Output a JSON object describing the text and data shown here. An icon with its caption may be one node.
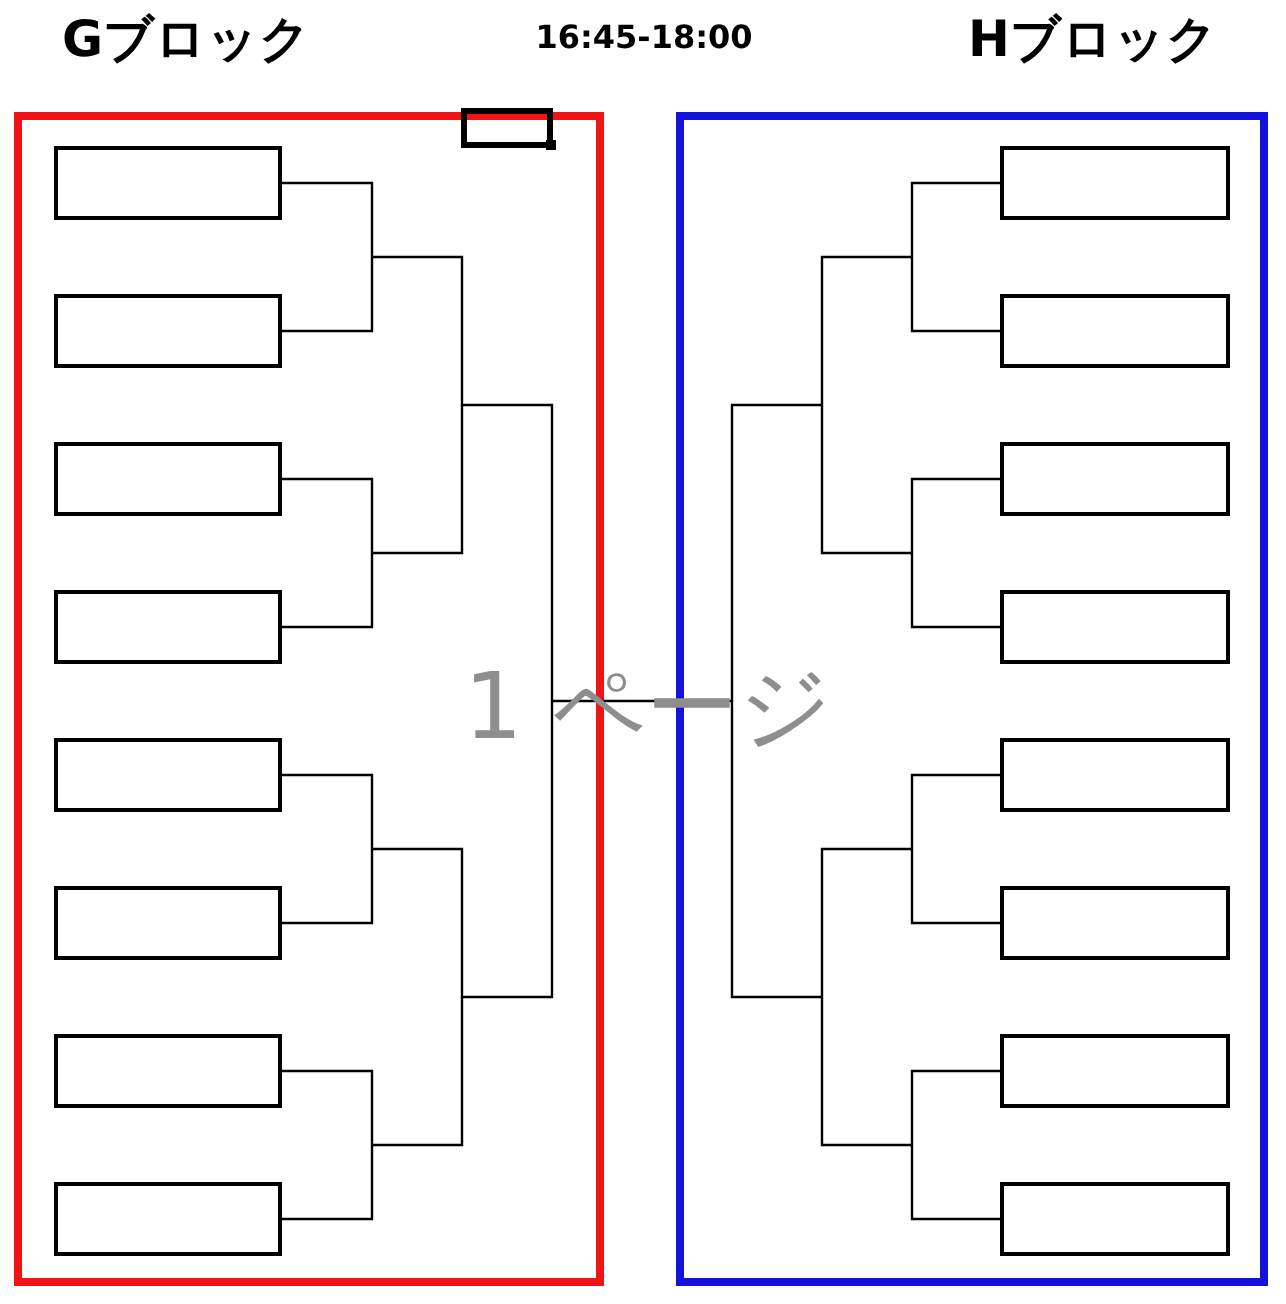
{
  "diagram": {
    "title": "16:45-18:00",
    "nodes": [
      {
        "text": [
          "Gブロック"
        ]
      },
      {
        "text": [],
        "shape": "box",
        "in": 0
      },
      {
        "text": [],
        "shape": "box",
        "in": 0
      },
      {
        "text": [],
        "shape": "box",
        "in": 0
      },
      {
        "text": [],
        "shape": "box",
        "in": 0
      },
      {
        "text": [],
        "shape": "box",
        "in": 0
      },
      {
        "text": [],
        "shape": "box",
        "in": 0
      },
      {
        "text": [],
        "shape": "box",
        "in": 0
      },
      {
        "text": [],
        "shape": "box",
        "in": 0
      },
      {
        "text": [
          "Hブロック"
        ]
      },
      {
        "text": [],
        "shape": "box",
        "in": 9
      },
      {
        "text": [],
        "shape": "box",
        "in": 9
      },
      {
        "text": [],
        "shape": "box",
        "in": 9
      },
      {
        "text": [],
        "shape": "box",
        "in": 9
      },
      {
        "text": [],
        "shape": "box",
        "in": 9
      },
      {
        "text": [],
        "shape": "box",
        "in": 9
      },
      {
        "text": [],
        "shape": "box",
        "in": 9
      },
      {
        "text": [],
        "shape": "box",
        "in": 9
      }
    ],
    "edges": [
      {
        "from": 1,
        "to": 2,
        "arrow": "none"
      },
      {
        "from": 3,
        "to": 4,
        "arrow": "none"
      },
      {
        "from": 5,
        "to": 6,
        "arrow": "none"
      },
      {
        "from": 7,
        "to": 8,
        "arrow": "none"
      },
      {
        "from": 10,
        "to": 11,
        "arrow": "none"
      },
      {
        "from": 12,
        "to": 13,
        "arrow": "none"
      },
      {
        "from": 14,
        "to": 15,
        "arrow": "none"
      },
      {
        "from": 16,
        "to": 17,
        "arrow": "none"
      }
    ],
    "labels": [
      "1 ページ"
    ]
  }
}
